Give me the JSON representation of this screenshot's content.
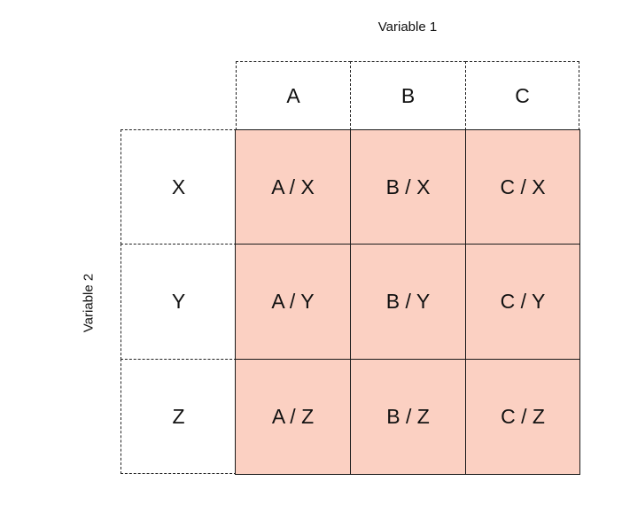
{
  "variable_1_label": "Variable 1",
  "variable_2_label": "Variable 2",
  "columns": [
    "A",
    "B",
    "C"
  ],
  "rows": [
    "X",
    "Y",
    "Z"
  ],
  "cells": [
    [
      "A / X",
      "B / X",
      "C / X"
    ],
    [
      "A / Y",
      "B / Y",
      "C / Y"
    ],
    [
      "A / Z",
      "B / Z",
      "C / Z"
    ]
  ],
  "colors": {
    "cell_fill": "#fbd0c2",
    "line": "#1a1a1a"
  }
}
